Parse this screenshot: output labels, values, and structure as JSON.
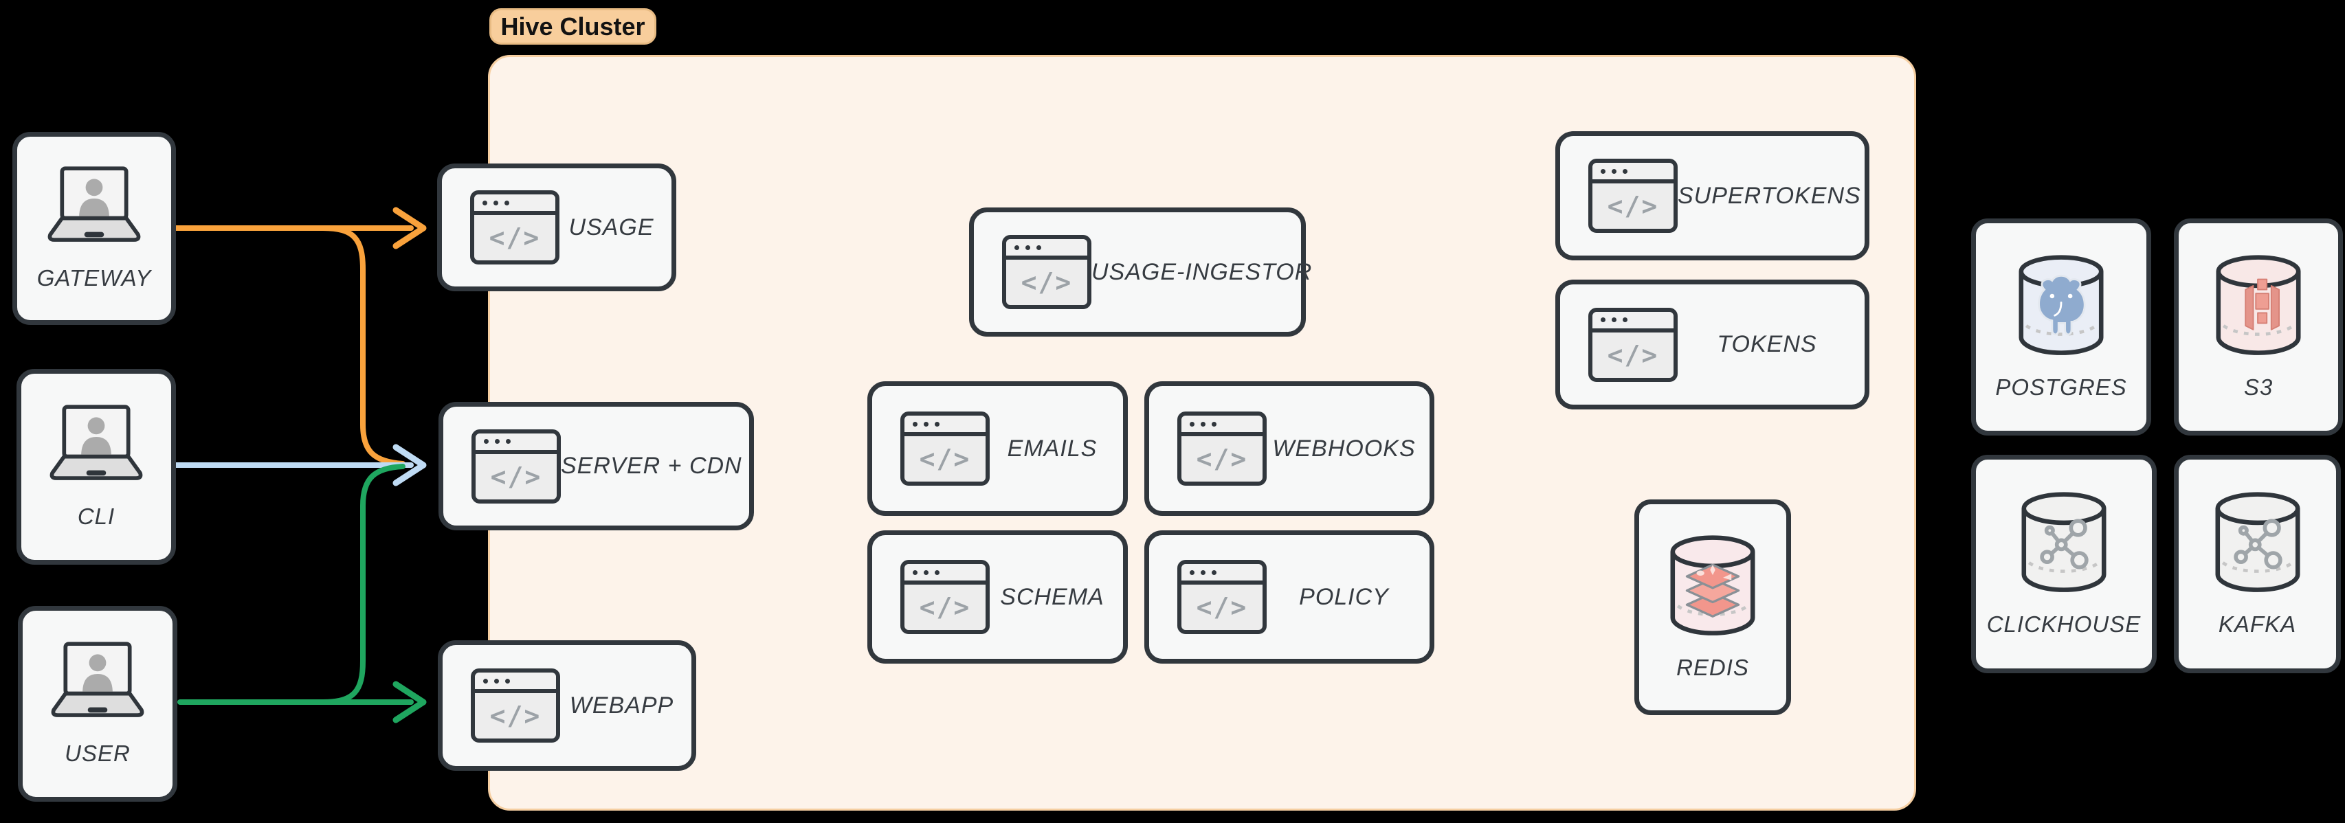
{
  "cluster_badge": "Hive Cluster",
  "clients": {
    "gateway": "GATEWAY",
    "cli": "CLI",
    "user": "USER"
  },
  "cluster_services": {
    "usage": "USAGE",
    "server_cdn": "SERVER + CDN",
    "webapp": "WEBAPP",
    "usage_ingestor": "USAGE-INGESTOR",
    "emails": "EMAILS",
    "webhooks": "WEBHOOKS",
    "schema": "SCHEMA",
    "policy": "POLICY",
    "supertokens": "SUPERTOKENS",
    "tokens": "TOKENS",
    "redis": "REDIS"
  },
  "datastores": {
    "postgres": "POSTGRES",
    "s3": "S3",
    "clickhouse": "CLICKHOUSE",
    "kafka": "KAFKA"
  },
  "icons": {
    "code_glyph": "</>"
  },
  "edges": [
    {
      "from": "gateway",
      "to": "usage",
      "color": "#F9A23C"
    },
    {
      "from": "gateway",
      "to": "server_cdn",
      "color": "#F9A23C"
    },
    {
      "from": "cli",
      "to": "server_cdn",
      "color": "#BFDBF4"
    },
    {
      "from": "user",
      "to": "server_cdn",
      "color": "#1FA65F"
    },
    {
      "from": "user",
      "to": "webapp",
      "color": "#1FA65F"
    }
  ],
  "colors": {
    "background": "#000000",
    "arrow_gateway": "#F9A23C",
    "arrow_cli": "#BFDBF4",
    "arrow_user": "#1FA65F",
    "cluster_fill": "#FDF3EA",
    "cluster_border": "#F6CFA2",
    "badge_fill": "#F8CE9C",
    "badge_border": "#E8BB83",
    "node_border": "#31373D",
    "node_fill": "#F7F8F8",
    "label_color": "#363B41",
    "icon_gray": "#9CA2A7"
  }
}
